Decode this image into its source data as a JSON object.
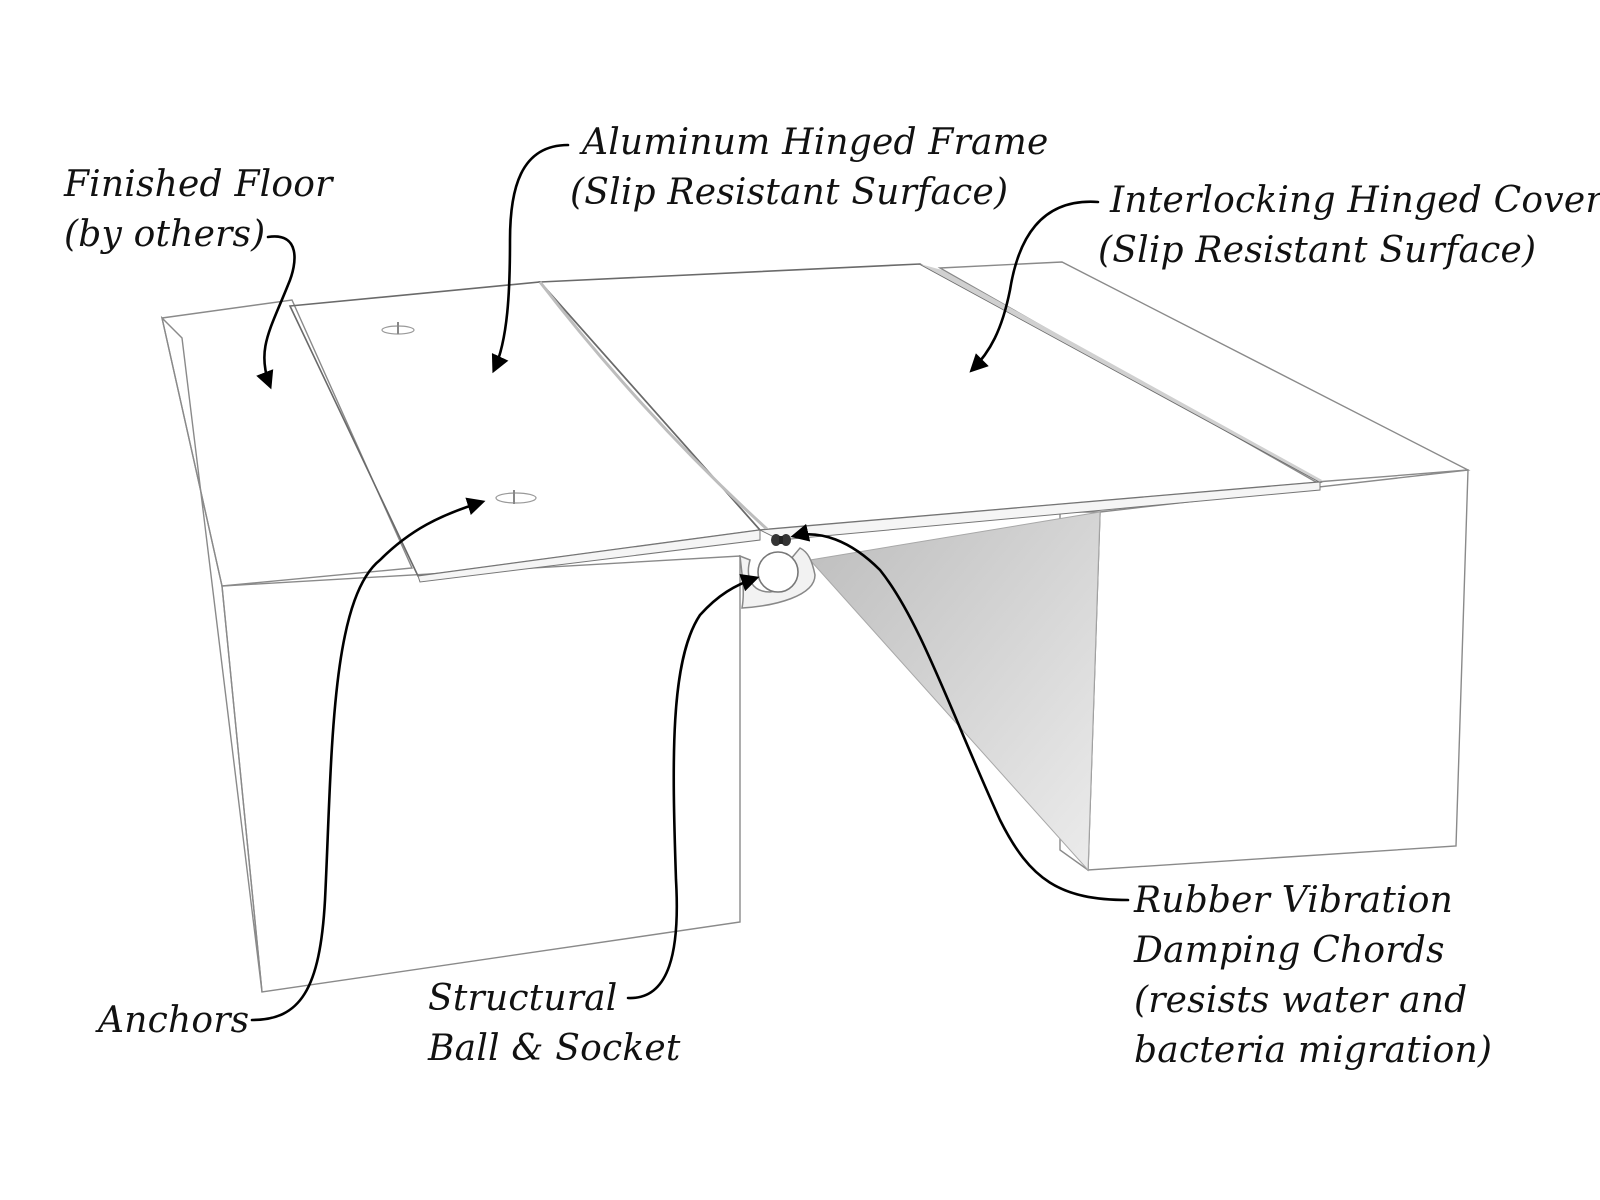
{
  "diagram": {
    "title": "Expansion Joint Cover Assembly",
    "colors": {
      "background": "#ffffff",
      "text": "#111111",
      "leader": "#000000",
      "edge": "#8a8a8a",
      "ribbed_surface": "#d9d9d9",
      "shadow": "#c8c8c8",
      "damping_chord": "#333333"
    },
    "labels": {
      "finished_floor": {
        "line1": "Finished Floor",
        "line2": "(by others)"
      },
      "aluminum_frame": {
        "line1": "Aluminum Hinged Frame",
        "line2": "(Slip Resistant Surface)"
      },
      "interlocking_cover": {
        "line1": "Interlocking Hinged Cover",
        "line2": "(Slip Resistant Surface)"
      },
      "anchors": {
        "line1": "Anchors"
      },
      "ball_socket": {
        "line1": "Structural",
        "line2": "Ball & Socket"
      },
      "damping_chords": {
        "line1": "Rubber Vibration",
        "line2": "Damping Chords",
        "line3": "(resists water and",
        "line4": "bacteria migration)"
      }
    }
  }
}
